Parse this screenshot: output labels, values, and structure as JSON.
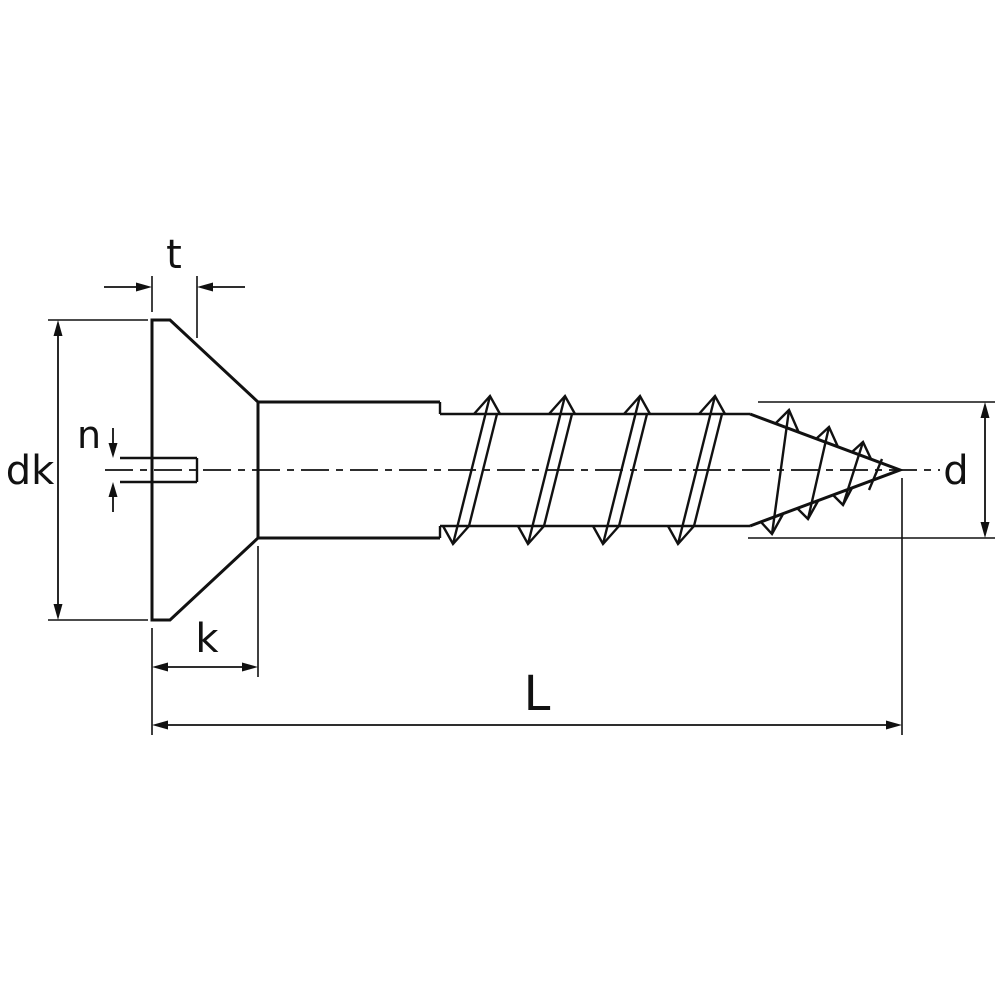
{
  "drawing": {
    "subject": "countersunk slotted wood screw - side view technical drawing",
    "background_color": "#ffffff",
    "line_color": "#111111",
    "labels": {
      "t": "t",
      "n": "n",
      "dk": "dk",
      "k": "k",
      "d": "d",
      "L": "L"
    }
  }
}
